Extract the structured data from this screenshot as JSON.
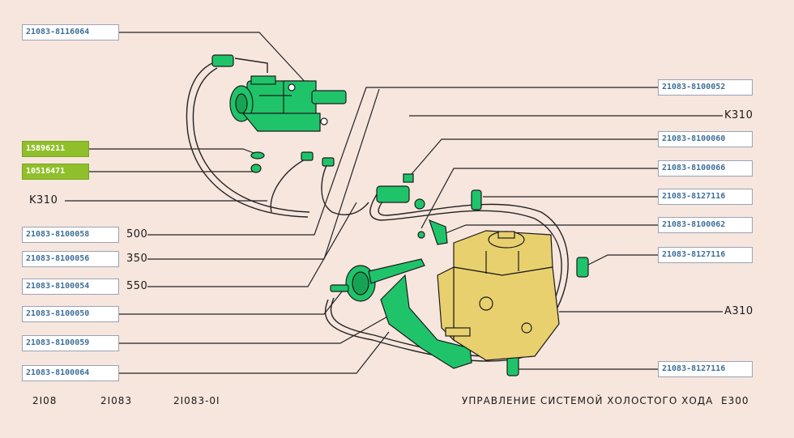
{
  "part_labels_left": [
    {
      "text": "21083-8116064",
      "highlight": false
    },
    {
      "text": "15896211",
      "highlight": true
    },
    {
      "text": "10516471",
      "highlight": true
    },
    {
      "text": "21083-8100058",
      "highlight": false
    },
    {
      "text": "21083-8100056",
      "highlight": false
    },
    {
      "text": "21083-8100054",
      "highlight": false
    },
    {
      "text": "21083-8100050",
      "highlight": false
    },
    {
      "text": "21083-8100059",
      "highlight": false
    },
    {
      "text": "21083-8100064",
      "highlight": false
    }
  ],
  "part_labels_right": [
    {
      "text": "21083-8100052"
    },
    {
      "text": "21083-8100060"
    },
    {
      "text": "21083-8100066"
    },
    {
      "text": "21083-8127116"
    },
    {
      "text": "21083-8100062"
    },
    {
      "text": "21083-8127116"
    },
    {
      "text": "21083-8127116"
    }
  ],
  "annotations": {
    "k310_right": "K310",
    "k310_left": "K310",
    "a310": "A310",
    "len_500": "500",
    "len_350": "350",
    "len_550": "550"
  },
  "footer": {
    "model_1": "2I08",
    "model_2": "2I083",
    "model_3": "2I083-0I",
    "title": "УПРАВЛЕНИЕ СИСТЕМОЙ ХОЛОСТОГО ХОДА",
    "page_code": "E300"
  },
  "colors": {
    "background": "#f7e6de",
    "part_green": "#1fc46a",
    "carburetor": "#e9d06e",
    "label_text": "#3f6f98",
    "highlight_label": "#8fbf2a"
  }
}
